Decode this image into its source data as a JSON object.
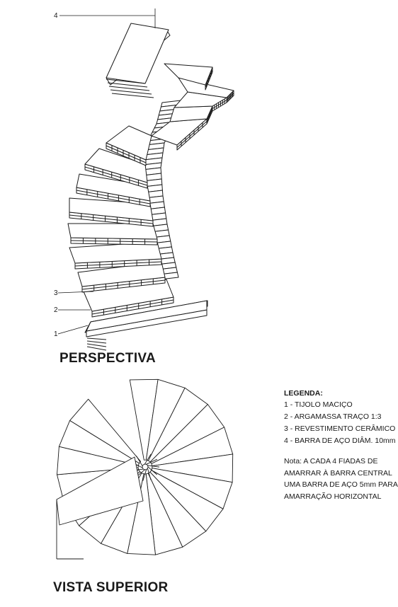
{
  "headings": {
    "perspective": "PERSPECTIVA",
    "top_view": "VISTA SUPERIOR"
  },
  "callouts": [
    "1",
    "2",
    "3",
    "4"
  ],
  "legend": {
    "title": "LEGENDA:",
    "items": [
      "1 - TIJOLO MACIÇO",
      "2 - ARGAMASSA TRAÇO 1:3",
      "3 - REVESTIMENTO CERÂMICO",
      "4 - BARRA DE AÇO DIÂM. 10mm"
    ],
    "note_lines": [
      "Nota: A CADA 4 FIADAS DE",
      "AMARRAR À BARRA CENTRAL",
      "UMA BARRA DE AÇO 5mm PARA",
      "AMARRAÇÃO HORIZONTAL"
    ]
  },
  "colors": {
    "line": "#1a1a1a",
    "paper": "#ffffff"
  }
}
